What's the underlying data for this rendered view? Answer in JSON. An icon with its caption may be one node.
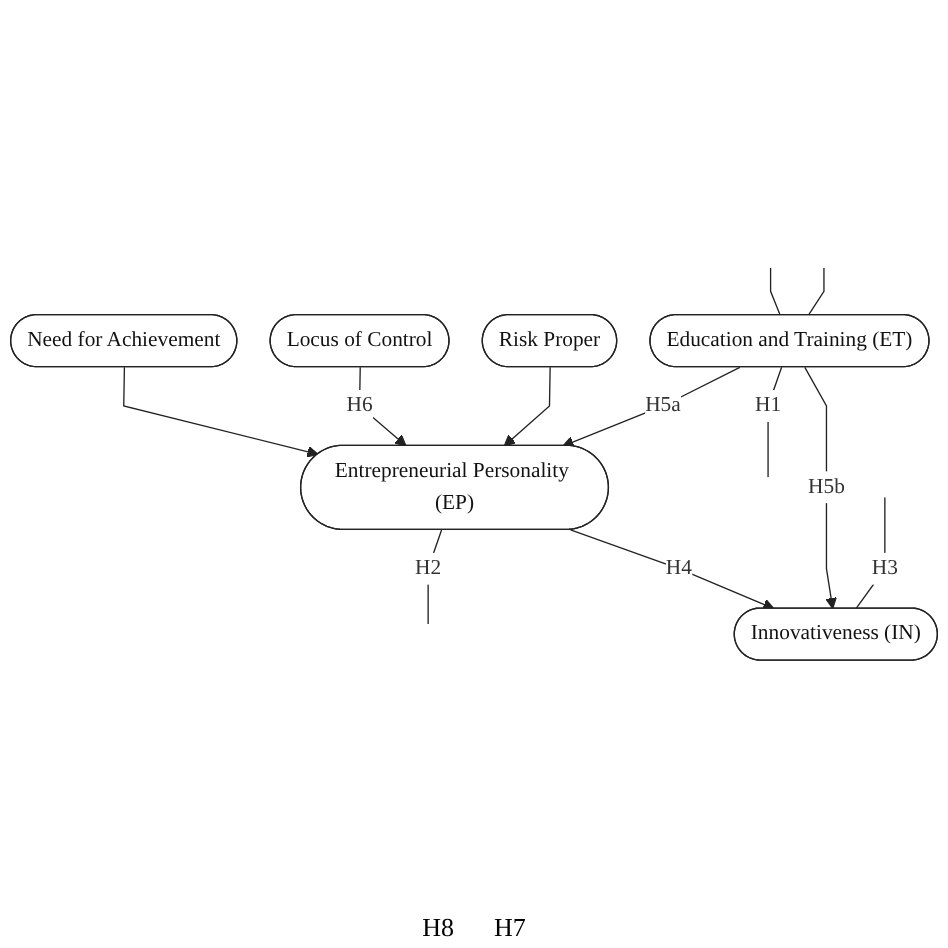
{
  "diagram": {
    "nodes": [
      {
        "text": [
          "Need for Achievement"
        ]
      },
      {
        "text": [
          "Locus of Control"
        ]
      },
      {
        "text": [
          "Risk Proper"
        ]
      },
      {
        "text": [
          "Entrepreneurial Personality (EP)"
        ]
      },
      {
        "text": [
          "Education and Training (ET)"
        ]
      },
      {
        "text": [
          "Innovativeness (IN)"
        ]
      }
    ],
    "edges": [
      {
        "from": 0,
        "to": 3,
        "arrow": "to"
      },
      {
        "from": 1,
        "to": 3,
        "arrow": "to",
        "label": "H6"
      },
      {
        "from": 2,
        "to": 3,
        "arrow": "to"
      },
      {
        "from": 4,
        "to": 3,
        "arrow": "to",
        "label": "H5a"
      },
      {
        "from": 3,
        "to": null,
        "arrow": "none",
        "label": "H2"
      },
      {
        "from": 4,
        "to": null,
        "arrow": "none",
        "label": "H1"
      },
      {
        "from": 3,
        "to": 5,
        "arrow": "to",
        "label": "H4"
      },
      {
        "from": 4,
        "to": 5,
        "arrow": "to",
        "label": "H5b"
      },
      {
        "from": null,
        "to": 5,
        "arrow": "none",
        "label": "H3"
      },
      {
        "from": null,
        "to": 4,
        "arrow": "none"
      },
      {
        "from": null,
        "to": 4,
        "arrow": "none"
      }
    ],
    "labels": [
      "H8",
      "H7"
    ]
  }
}
